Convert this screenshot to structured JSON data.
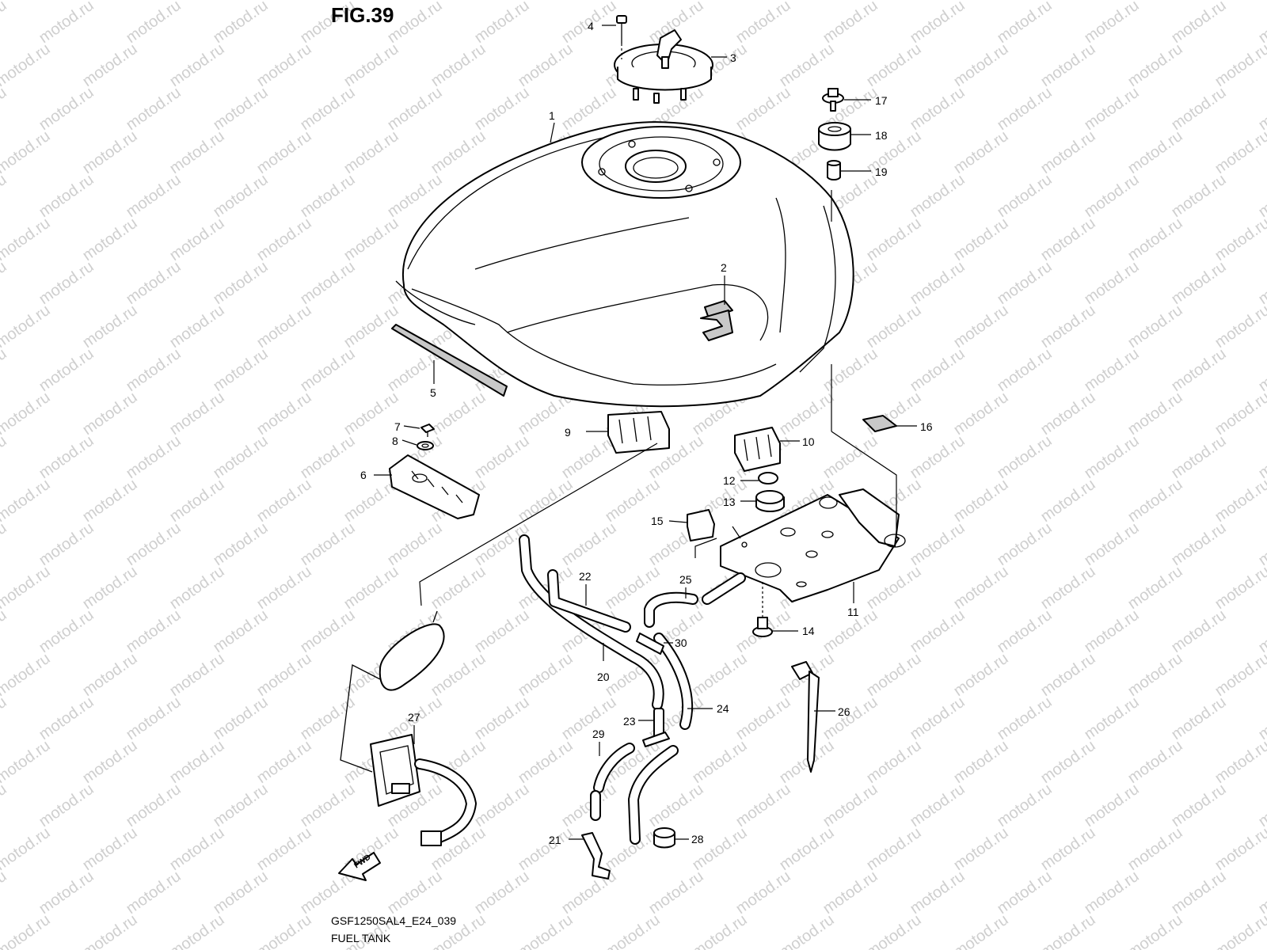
{
  "figure": {
    "title": "FIG.39",
    "model_code": "GSF1250SAL4_E24_039",
    "caption": "FUEL TANK",
    "watermark": "motod.ru",
    "direction_label": "FWD"
  },
  "callouts": [
    "1",
    "2",
    "3",
    "4",
    "5",
    "6",
    "7",
    "8",
    "9",
    "10",
    "11",
    "12",
    "13",
    "14",
    "15",
    "16",
    "17",
    "18",
    "19",
    "20",
    "21",
    "22",
    "23",
    "24",
    "25",
    "26",
    "27",
    "28",
    "29",
    "30"
  ],
  "colors": {
    "line": "#000000",
    "background": "#ffffff",
    "watermark": "#cfcfcf"
  },
  "icons": [
    "fwd-arrow-icon"
  ]
}
